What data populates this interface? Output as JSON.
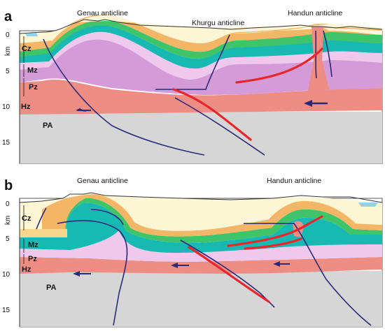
{
  "colors": {
    "cz_light": "#fdf6d4",
    "cz_tan": "#f7d58a",
    "cz_orange": "#f3b566",
    "mz_green": "#3fc46a",
    "mz_teal": "#17b9b2",
    "mz_blue": "#2f88d8",
    "pz_light": "#efc8ee",
    "pz_mid": "#d59bd8",
    "pz_dark": "#c889c6",
    "hz_salmon": "#ee8d84",
    "pa_grey": "#d6d6d6",
    "lake_blue": "#8fd3ee",
    "fault_navy": "#2b2a7a",
    "thrust_red": "#e8262b"
  },
  "panels": [
    {
      "letter": "a",
      "titles": [
        "Genau anticline",
        "Khurgu anticline",
        "Handun anticline"
      ],
      "axis": {
        "unit": "km",
        "ticks": [
          "0",
          "5",
          "10",
          "15"
        ]
      },
      "units": [
        "Cz",
        "Mz",
        "Pz",
        "Hz",
        "PA"
      ]
    },
    {
      "letter": "b",
      "titles": [
        "Genau anticline",
        "Handun anticline"
      ],
      "axis": {
        "unit": "km",
        "ticks": [
          "0",
          "5",
          "10",
          "15"
        ]
      },
      "units": [
        "Cz",
        "Mz",
        "Pz",
        "Hz",
        "PA"
      ]
    }
  ]
}
